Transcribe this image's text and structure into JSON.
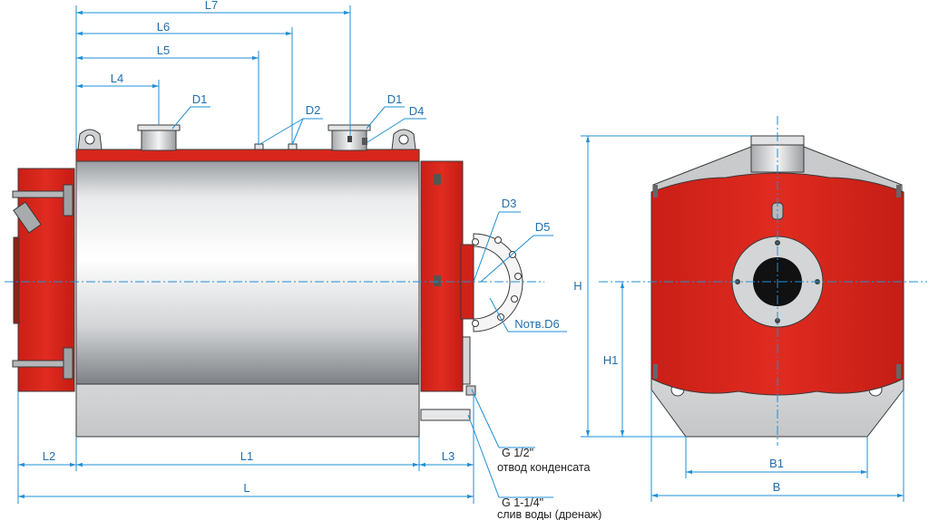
{
  "labels": {
    "L7": "L7",
    "L6": "L6",
    "L5": "L5",
    "L4": "L4",
    "D1_left": "D1",
    "D1_right": "D1",
    "D2": "D2",
    "D4": "D4",
    "D3": "D3",
    "D5": "D5",
    "N_D6": "Nотв.D6",
    "L2": "L2",
    "L1": "L1",
    "L3": "L3",
    "L": "L",
    "H": "H",
    "H1": "H1",
    "B1": "B1",
    "B": "B"
  },
  "notes": {
    "condensate_size": "G 1/2\"",
    "condensate_label": "отвод конденсата",
    "drain_size": "G 1-1/4\"",
    "drain_label": "слив воды (дренаж)"
  },
  "colors": {
    "dimension": "#1f8fd6",
    "body_red": "#d9261c",
    "steel": "#c9cbcd"
  }
}
